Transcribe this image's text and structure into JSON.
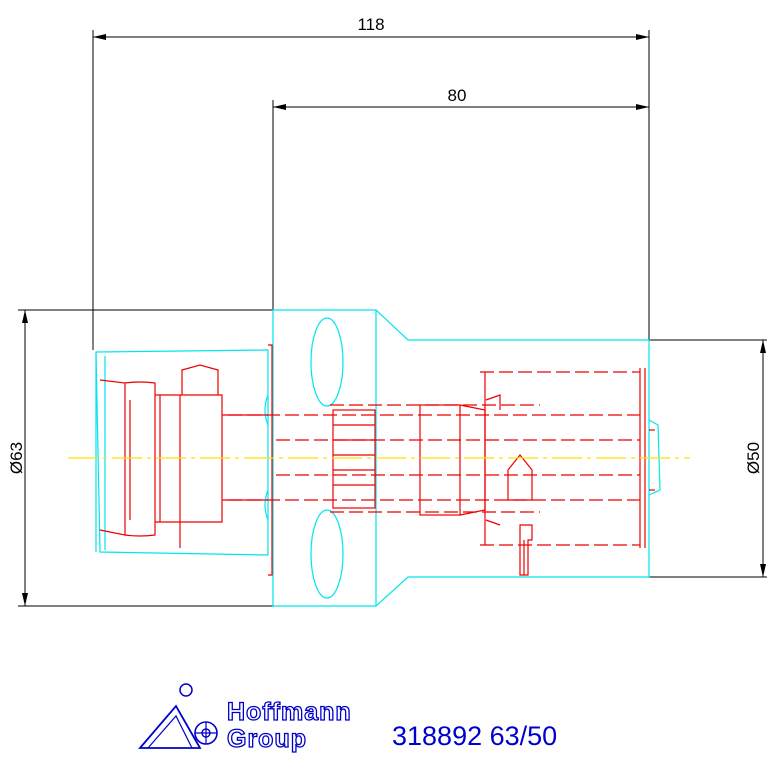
{
  "dimensions": {
    "overall_length": "118",
    "tool_length": "80",
    "left_diameter": "Ø63",
    "right_diameter": "Ø50"
  },
  "title_block": {
    "company_line1": "Hoffmann",
    "company_line2": "Group",
    "part_number": "318892 63/50"
  },
  "colors": {
    "dimension": "#000000",
    "outline": "#00e5ee",
    "detail": "#ee0000",
    "centerline": "#ffe000",
    "brand": "#0000cc"
  }
}
